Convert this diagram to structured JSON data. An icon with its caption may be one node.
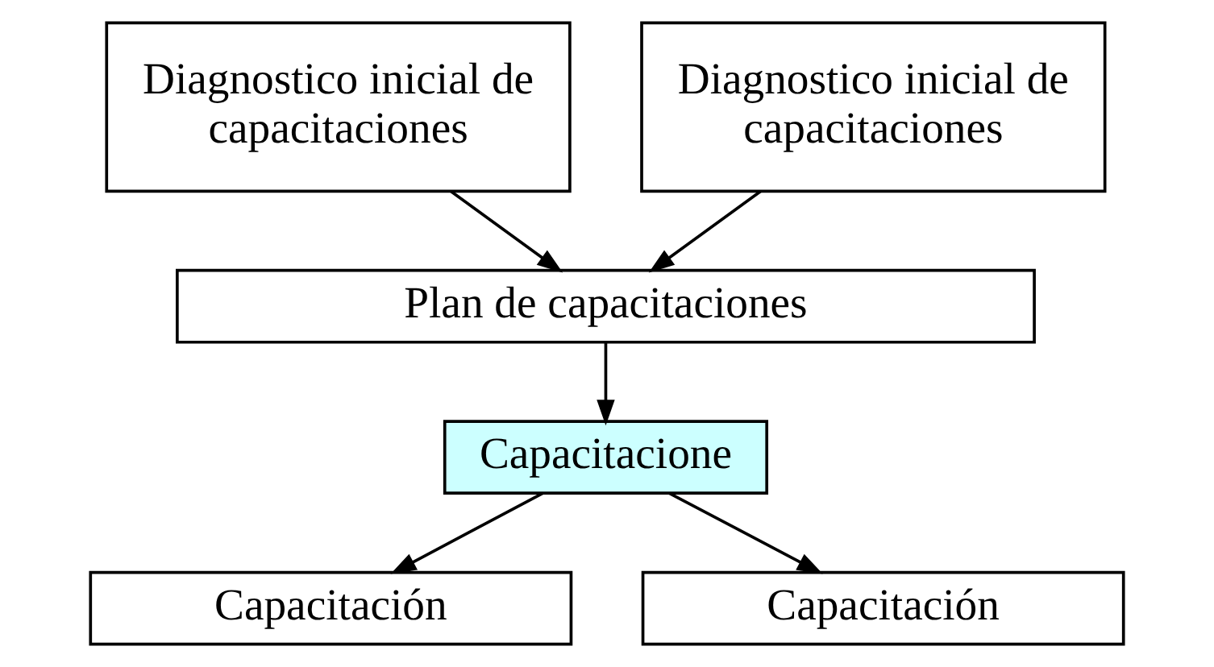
{
  "diagram": {
    "nodes": [
      {
        "text": [
          "Diagnostico inicial de capacitaciones"
        ]
      },
      {
        "text": [
          "Diagnostico inicial de capacitaciones"
        ]
      },
      {
        "text": [
          "Plan de capacitaciones"
        ]
      },
      {
        "text": [
          "Capacitacione"
        ]
      },
      {
        "text": [
          "Capacitación"
        ]
      },
      {
        "text": [
          "Capacitación"
        ]
      }
    ],
    "edges": [
      {
        "from": 0,
        "to": 2,
        "arrow": "to"
      },
      {
        "from": 1,
        "to": 2,
        "arrow": "to"
      },
      {
        "from": 2,
        "to": 3,
        "arrow": "to"
      },
      {
        "from": 3,
        "to": 4,
        "arrow": "to"
      },
      {
        "from": 3,
        "to": 5,
        "arrow": "to"
      }
    ]
  }
}
